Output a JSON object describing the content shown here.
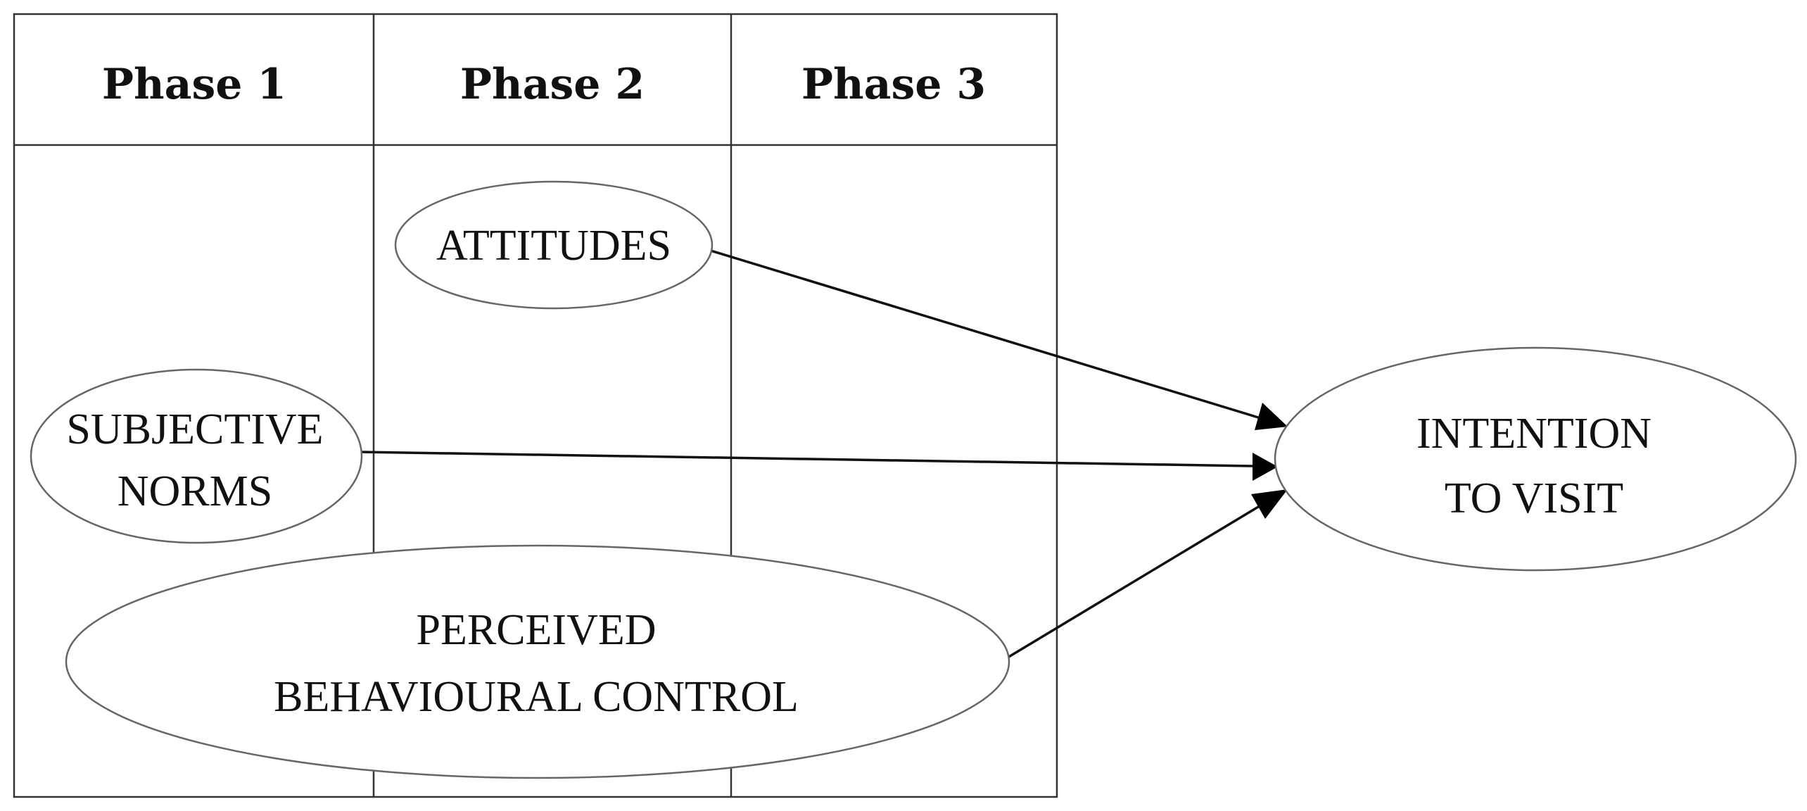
{
  "phases": [
    {
      "label": "Phase 1"
    },
    {
      "label": "Phase 2"
    },
    {
      "label": "Phase 3"
    }
  ],
  "nodes": {
    "attitudes": {
      "lines": [
        "ATTITUDES"
      ]
    },
    "subjective_norms": {
      "lines": [
        "SUBJECTIVE",
        "NORMS"
      ]
    },
    "perceived_behavioural_control": {
      "lines": [
        "PERCEIVED",
        "BEHAVIOURAL CONTROL"
      ]
    },
    "intention_to_visit": {
      "lines": [
        "INTENTION",
        "TO VISIT"
      ]
    }
  },
  "edges": [
    {
      "from": "attitudes",
      "to": "intention_to_visit"
    },
    {
      "from": "subjective_norms",
      "to": "intention_to_visit"
    },
    {
      "from": "perceived_behavioural_control",
      "to": "intention_to_visit"
    }
  ]
}
